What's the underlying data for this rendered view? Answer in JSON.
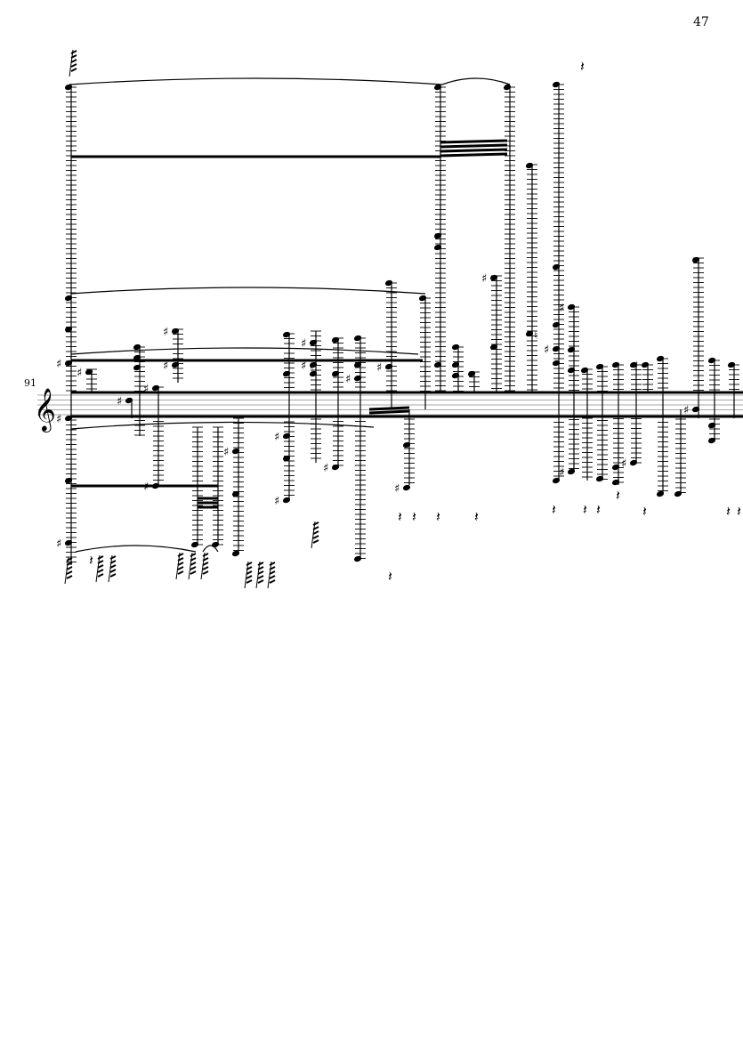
{
  "page": {
    "number": "47"
  },
  "score": {
    "measure_number": "91",
    "clef": "treble",
    "accidental_sharp": "♯",
    "accidental_natural": "♮",
    "rest": "𝄽",
    "clef_glyph": "𝄞"
  }
}
